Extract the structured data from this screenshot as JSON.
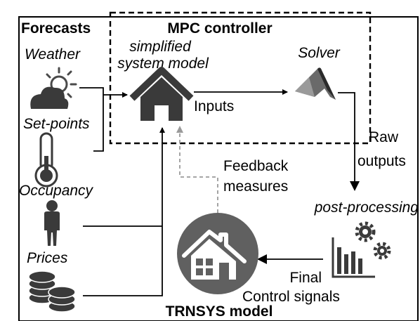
{
  "sections": {
    "forecasts": "Forecasts",
    "mpc": "MPC controller",
    "trnsys": "TRNSYS model"
  },
  "inputs": {
    "weather": "Weather",
    "setpoints": "Set-points",
    "occupancy": "Occupancy",
    "prices": "Prices"
  },
  "mpc_blocks": {
    "model_line1": "simplified",
    "model_line2": "system model",
    "solver": "Solver",
    "inputs": "Inputs"
  },
  "flows": {
    "raw_line1": "Raw",
    "raw_line2": "outputs",
    "post": "post-processing",
    "feedback_line1": "Feedback",
    "feedback_line2": "measures",
    "final_line1": "Final",
    "final_line2": "Control signals"
  },
  "icons": {
    "weather": "sun-cloud-icon",
    "setpoints": "thermometer-icon",
    "occupancy": "person-icon",
    "prices": "coins-icon",
    "model": "house-icon",
    "solver": "matlab-logo-icon",
    "post": "chart-gears-icon",
    "trnsys": "house-circle-icon"
  },
  "colors": {
    "icon_dark": "#3a3a3a",
    "icon_mid": "#5a5a5a",
    "feedback_arrow": "#9a9a9a",
    "trnsys_circle": "#606060"
  }
}
